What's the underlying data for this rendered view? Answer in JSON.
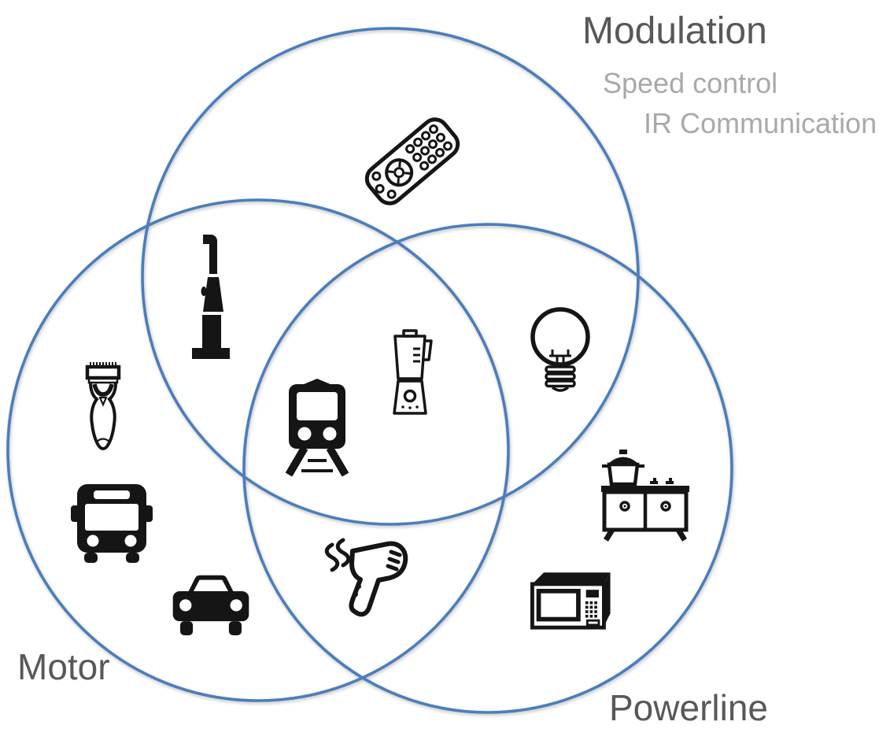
{
  "venn": {
    "circle_color": "#4b7dbc",
    "label_color": "#585858",
    "sublabel_color": "#a9a9a9",
    "icon_color": "#151515",
    "sets": [
      {
        "name": "Modulation",
        "sublabels": [
          "Speed control",
          "IR Communication"
        ]
      },
      {
        "name": "Motor",
        "sublabels": []
      },
      {
        "name": "Powerline",
        "sublabels": []
      }
    ],
    "regions": [
      {
        "membership": [
          "Modulation"
        ],
        "items": [
          "tv-remote"
        ]
      },
      {
        "membership": [
          "Modulation",
          "Motor"
        ],
        "items": [
          "electric-toothbrush"
        ]
      },
      {
        "membership": [
          "Modulation",
          "Powerline"
        ],
        "items": [
          "light-bulb"
        ]
      },
      {
        "membership": [
          "Modulation",
          "Motor",
          "Powerline"
        ],
        "items": [
          "train",
          "blender"
        ]
      },
      {
        "membership": [
          "Motor"
        ],
        "items": [
          "electric-shaver",
          "bus",
          "car"
        ]
      },
      {
        "membership": [
          "Motor",
          "Powerline"
        ],
        "items": [
          "hair-dryer"
        ]
      },
      {
        "membership": [
          "Powerline"
        ],
        "items": [
          "stove",
          "microwave"
        ]
      }
    ]
  }
}
